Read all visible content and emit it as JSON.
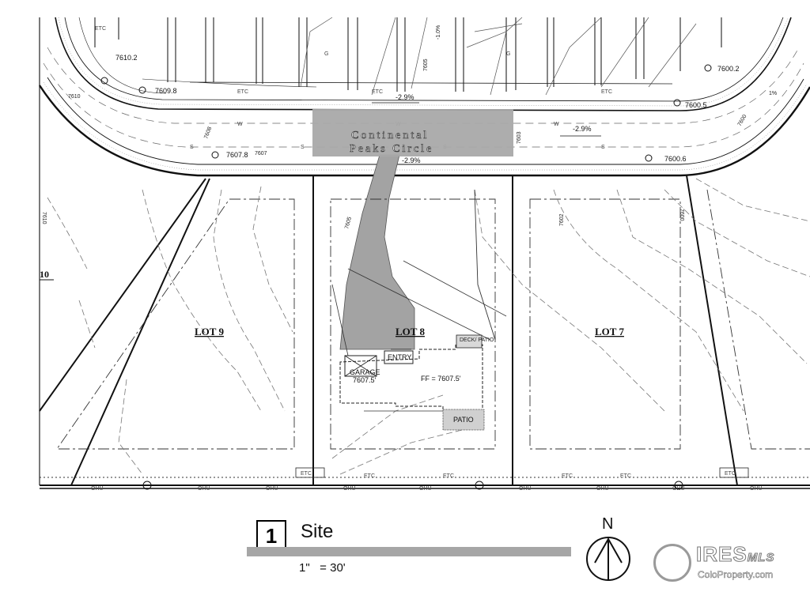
{
  "street": {
    "line1": "Continental",
    "line2": "Peaks Circle"
  },
  "lots": {
    "lot9": "LOT 9",
    "lot8": "LOT 8",
    "lot7": "LOT 7",
    "lot10": "10"
  },
  "building": {
    "garage": "GARAGE",
    "garage_elev": "7607.5'",
    "entry": "ENTRY",
    "deck": "DECK/\nPATIO",
    "ff": "FF = 7607.5'",
    "patio": "PATIO"
  },
  "elevations": {
    "e1": "7610.2",
    "e2": "7609.8",
    "e3": "7607.8",
    "e4": "7600.2",
    "e5": "7600.5",
    "e6": "7600.6"
  },
  "grades": {
    "g1": "-2.9%",
    "g2": "-2.9%",
    "g3": "-2.9%",
    "g4": "-1.0%",
    "g5": "1%"
  },
  "contours": {
    "c7610": "7610",
    "c7608": "7608",
    "c7607": "7607",
    "c7605": "7605",
    "c7603": "7603",
    "c7602": "7602",
    "c7600a": "7600",
    "c7600b": "7600",
    "c7605b": "7605"
  },
  "utilities": {
    "etc": "ETC",
    "ohu": "OHU",
    "gas": "G",
    "water": "W",
    "sewer": "S"
  },
  "title": {
    "number": "1",
    "name": "Site",
    "scale": "1\"   = 30'"
  },
  "north": "N",
  "watermark": {
    "brand": "IRES",
    "mls": "MLS",
    "site": "ColoProperty.com"
  }
}
